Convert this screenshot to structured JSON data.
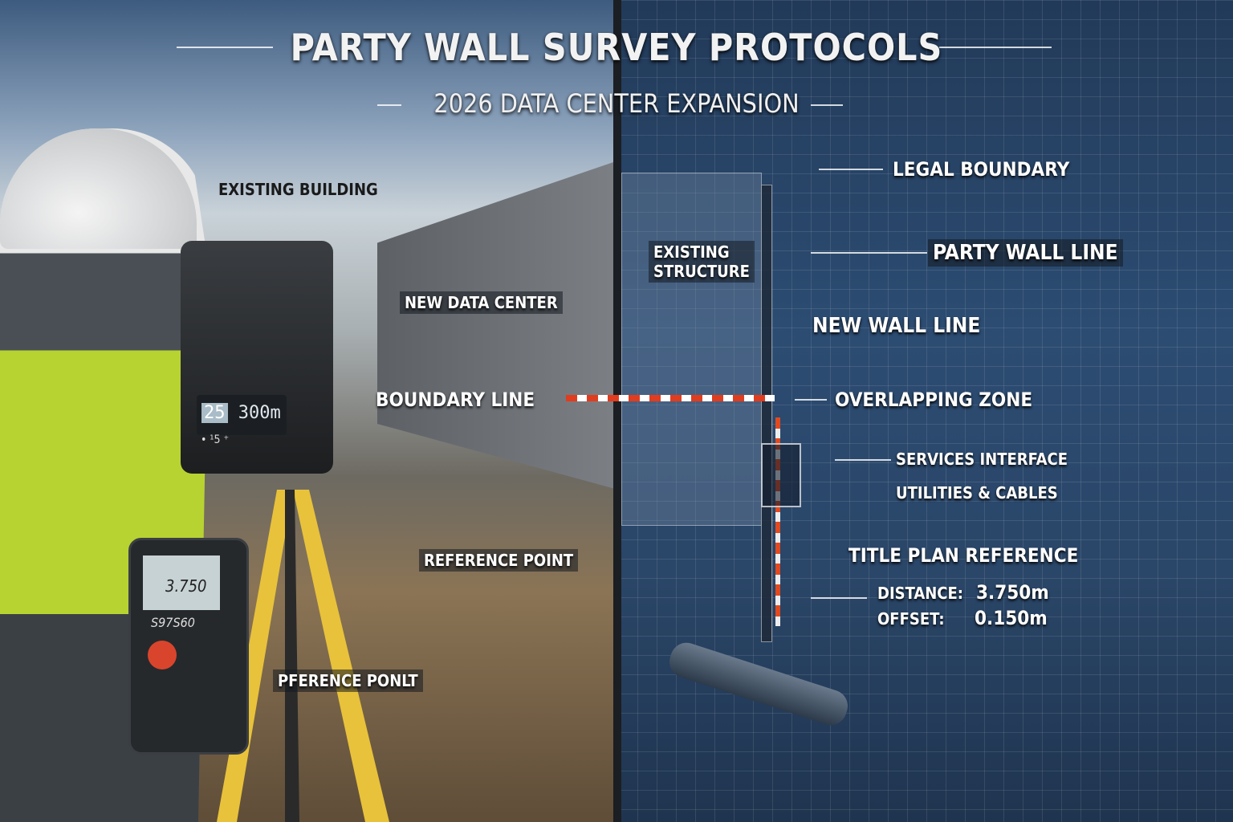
{
  "header": {
    "title": "PARTY WALL SURVEY PROTOCOLS",
    "subtitle": "2026 DATA CENTER EXPANSION"
  },
  "site_labels": {
    "existing_building": "EXISTING BUILDING",
    "new_data_center": "NEW DATA CENTER",
    "boundary_line": "BOUNDARY LINE",
    "reference_point": "REFERENCE POINT",
    "preference_point": "PFERENCE PONLT"
  },
  "blueprint_labels": {
    "existing_structure_1": "EXISTING",
    "existing_structure_2": "STRUCTURE",
    "legal_boundary": "LEGAL BOUNDARY",
    "party_wall_line": "PARTY WALL LINE",
    "new_wall_line": "NEW WALL LINE",
    "overlapping_zone": "OVERLAPPING ZONE",
    "services_interface": "SERVICES INTERFACE",
    "utilities_cables": "UTILITIES & CABLES",
    "title_plan_reference": "TITLE PLAN REFERENCE",
    "distance_label": "DISTANCE:",
    "distance_value": "3.750m",
    "offset_label": "OFFSET:",
    "offset_value": "0.150m"
  },
  "devices": {
    "total_station_readout_a": "25",
    "total_station_readout_b": "300m",
    "total_station_icons": "• ¹5 ⁺",
    "handheld_readout": "3.750",
    "handheld_code": "S97S60"
  },
  "colors": {
    "blueprint": "#2c4c72",
    "boundary_tape": "#e23c1e",
    "tripod": "#e8c23a",
    "vest": "#b7d331"
  }
}
